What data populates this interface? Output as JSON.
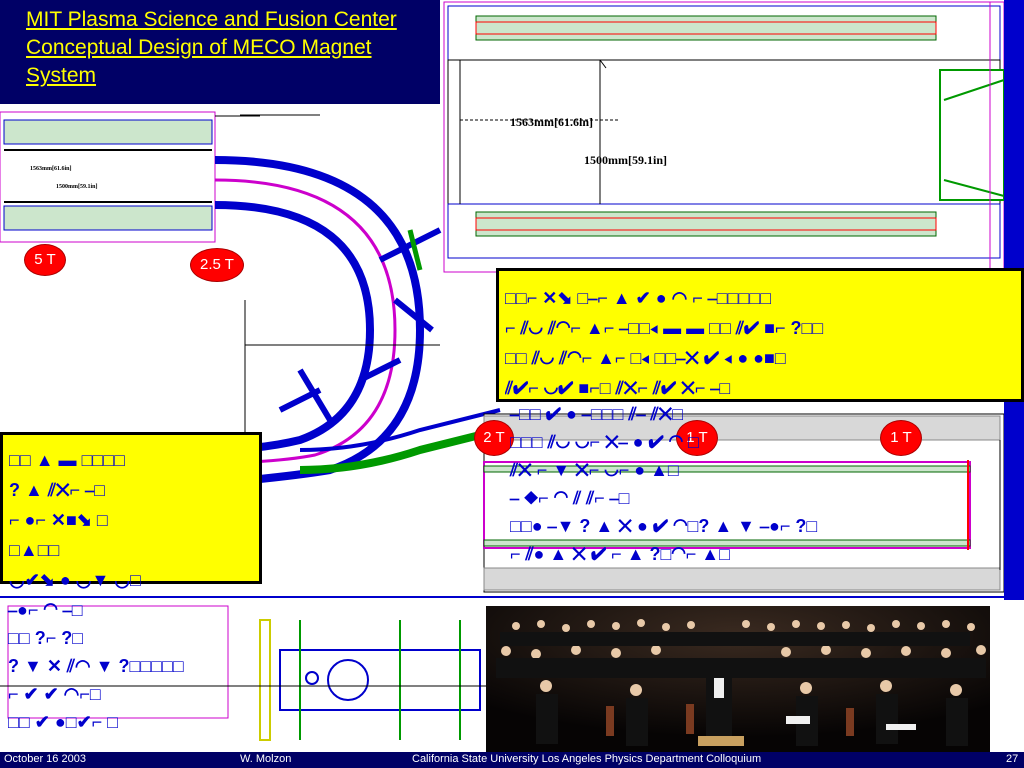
{
  "slide": {
    "title": "MIT Plasma Science and Fusion Center Conceptual Design of MECO Magnet System",
    "accent_color": "#000066",
    "label_color": "#ffff00"
  },
  "field_labels": [
    {
      "name": "production-solenoid-field",
      "text": "5 T"
    },
    {
      "name": "transport-solenoid-field",
      "text": "2.5 T"
    },
    {
      "name": "detector-entry-field",
      "text": "2 T"
    },
    {
      "name": "detector-mid-field",
      "text": "1 T"
    },
    {
      "name": "detector-end-field",
      "text": "1 T"
    }
  ],
  "dimensions": {
    "outer_diameter": "1563mm[61.6in]",
    "inner_diameter": "1500mm[59.1in]",
    "small_outer": "1563mm[61.6in]",
    "small_inner": "1500mm[59.1in]"
  },
  "callouts": {
    "top_right": [
      "□□⌐ ✕⬊ □⎯⌐ ▲ ✔ ● ◠ ⌐ ⎯□□□□□",
      "⌐ ⫽◡ ⫽◠⌐ ▲⌐ ⎯□□◂ ▬ ▬ □□ ⫽✔ ■⌐ ?□□",
      "□□ ⫽◡ ⫽◠⌐ ▲⌐ □◂ □□⎯✕ ✔ ◂ ● ●■□",
      "  ⫽✔⌐ ◡✔ ■⌐□ ⫽✕⌐ ⫽✔ ✕⌐ ⎯□"
    ],
    "left": [
      "□□ ▲ ▬ □□□□",
      "? ▲ ⫽✕⌐ ⎯□",
      "⌐ ●⌐ ✕■⬊ □",
      "□▲□□",
      "◡✔⬊ ● ◡▼ ◡□"
    ],
    "left_below": [
      "⎯●⌐ ◠ ⎯□",
      "□□ ?⌐ ?□",
      "? ▼ ✕ ⫽◠ ▼ ?□□□□□",
      "⌐ ✔ ✔ ◠⌐□",
      "□□ ✔ ●□✔⌐ □"
    ],
    "middle": [
      "⎯□□ ✔ ● ⎯□□□ ⫽⎯ ⫽✕□",
      "□□□ ⫽◡ ◡⌐ ✕⎯ ● ✔ ◠ □",
      "⫽✕ ⌐ ▼ ✕⌐ ◡⌐ ● ▲□",
      "⎯ ◆⌐ ◠ ⫽ ⫽⌐ ⎯□",
      "□□● ⎯▼ ? ▲ ✕ ● ✔ ◠□? ▲ ▼ ⎯●⌐ ?□",
      "⌐ ⫽● ▲ ✕ ✔ ⌐ ▲ ?□◠⌐ ▲□"
    ]
  },
  "footer": {
    "date": "October 16 2003",
    "author": "W. Molzon",
    "venue": "California State University Los Angeles Physics Department  Colloquium",
    "page": "27"
  }
}
